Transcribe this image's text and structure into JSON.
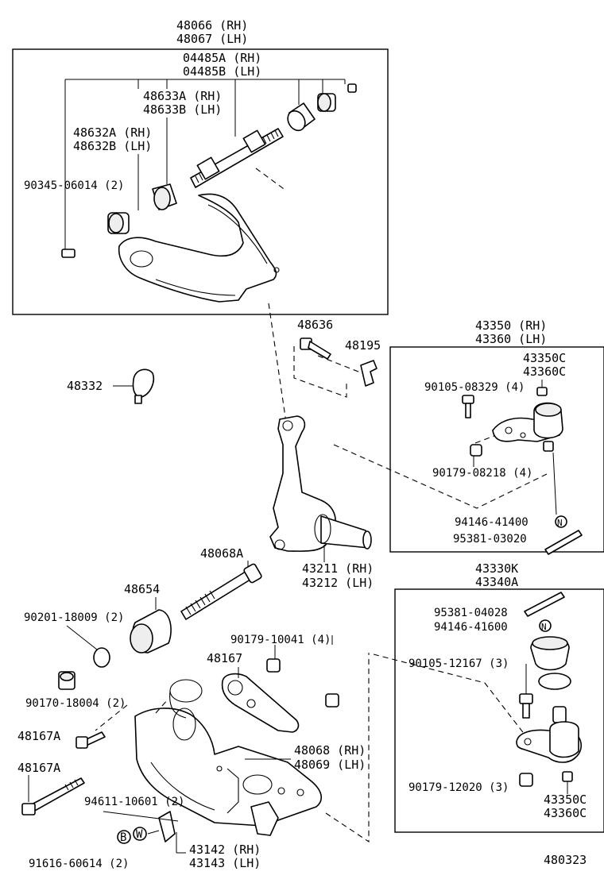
{
  "labels": {
    "upper_arm_rh": "48066 (RH)",
    "upper_arm_lh": "48067 (LH)",
    "shaft_kit_rh": "04485A (RH)",
    "shaft_kit_lh": "04485B (LH)",
    "bushing_b_rh": "48633A (RH)",
    "bushing_b_lh": "48633B (LH)",
    "bushing_a_rh": "48632A (RH)",
    "bushing_a_lh": "48632B (LH)",
    "grease_fitting": "90345-06014 (2)",
    "bolt_48636": "48636",
    "clip_48195": "48195",
    "bumper": "48332",
    "ball_joint_upper_rh": "43350 (RH)",
    "ball_joint_upper_lh": "43360 (LH)",
    "boot_upper_rh": "43350C",
    "boot_upper_lh": "43360C",
    "bolt_upper": "90105-08329 (4)",
    "nut_upper": "90179-08218 (4)",
    "nut_41400": "94146-41400",
    "pin_03020": "95381-03020",
    "knuckle_rh": "43211 (RH)",
    "knuckle_lh": "43212 (LH)",
    "shaft_48068a": "48068A",
    "bushing_48654": "48654",
    "washer_18009": "90201-18009 (2)",
    "nut_10041": "90179-10041 (4)",
    "link_48167": "48167",
    "nut_18004": "90170-18004 (2)",
    "bolt_48167a_short": "48167A",
    "bolt_48167a_long": "48167A",
    "lower_arm_rh": "48068 (RH)",
    "lower_arm_lh": "48069 (LH)",
    "bolt_10601": "94611-10601 (2)",
    "stopper_rh": "43142 (RH)",
    "stopper_lh": "43143 (LH)",
    "bolt_60614": "91616-60614 (2)",
    "ball_joint_lower_rh": "43330K",
    "ball_joint_lower_lh": "43340A",
    "pin_04028": "95381-04028",
    "nut_41600": "94146-41600",
    "bolt_lower": "90105-12167 (3)",
    "nut_lower": "90179-12020 (3)",
    "boot_lower_rh": "43350C",
    "boot_lower_lh": "43360C",
    "diagram_no": "480323",
    "badge_b": "B",
    "badge_w": "W",
    "badge_n1": "N",
    "badge_n2": "N"
  }
}
